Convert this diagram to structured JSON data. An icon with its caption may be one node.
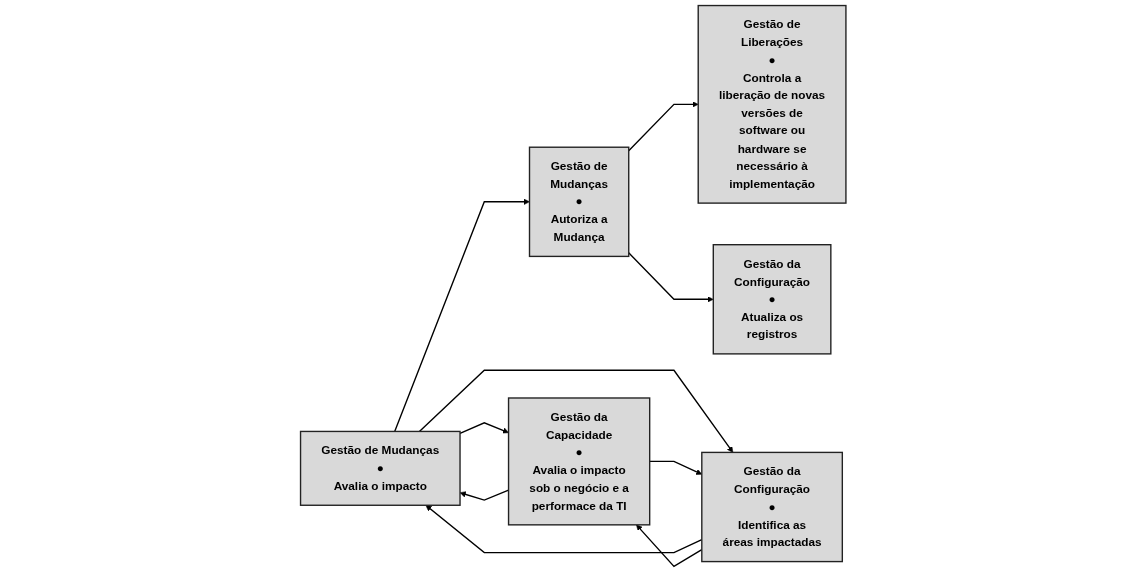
{
  "diagram": {
    "nodes": [
      {
        "text": [
          "Gestão de Mudanças",
          "●",
          "Avalia o impacto"
        ]
      },
      {
        "text": [
          "Gestão de Mudanças",
          "●",
          "Autoriza a Mudança"
        ]
      },
      {
        "text": [
          "Gestão de Liberações",
          "●",
          "Controla a liberação de novas versões de software ou hardware se necessário à implementação"
        ]
      },
      {
        "text": [
          "Gestão da Capacidade",
          "●",
          "Avalia o impacto sob o negócio e a performace da TI"
        ]
      },
      {
        "text": [
          "Gestão da Configuração",
          "●",
          "Identifica as áreas impactadas"
        ]
      },
      {
        "text": [
          "Gestão da Configuração",
          "●",
          "Atualiza os registros"
        ]
      }
    ],
    "edges": [
      {
        "from": 0,
        "to": 1,
        "arrow": "to"
      },
      {
        "from": 1,
        "to": 2,
        "arrow": "to"
      },
      {
        "from": 3,
        "to": 0,
        "arrow": "to"
      },
      {
        "from": 0,
        "to": 3,
        "arrow": "to"
      },
      {
        "from": 0,
        "to": 4,
        "arrow": "to"
      },
      {
        "from": 4,
        "to": 0,
        "arrow": "to"
      },
      {
        "from": 3,
        "to": 4,
        "arrow": "to"
      },
      {
        "from": 4,
        "to": 3,
        "arrow": "to"
      },
      {
        "from": 1,
        "to": 5,
        "arrow": "to"
      }
    ]
  }
}
